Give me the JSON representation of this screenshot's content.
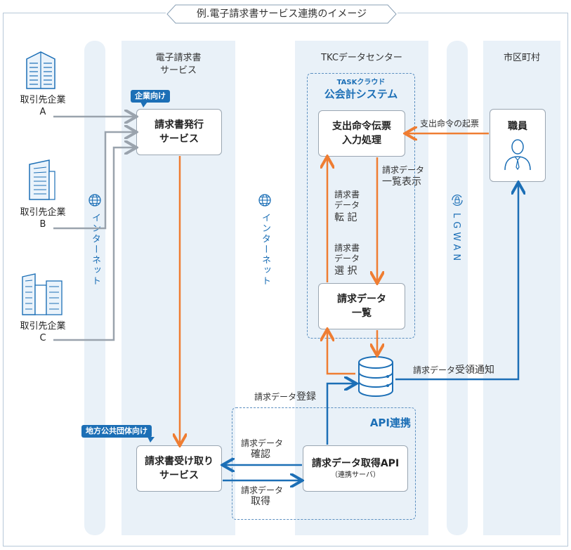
{
  "title": "例.電子請求書サービス連携のイメージ",
  "lanes": {
    "e_invoice": "電子請求書\nサービス",
    "tkc": "TKCデータセンター",
    "municipality": "市区町村"
  },
  "network_labels": {
    "internet_left": "インターネット",
    "internet_mid": "インターネット",
    "lgwan": "LGWAN"
  },
  "companies": [
    {
      "label": "取引先企業",
      "letter": "A"
    },
    {
      "label": "取引先企業",
      "letter": "B"
    },
    {
      "label": "取引先企業",
      "letter": "C"
    }
  ],
  "tags": {
    "for_companies": "企業向け",
    "for_local_gov": "地方公共団体向け"
  },
  "boxes": {
    "invoice_issue": "請求書発行\nサービス",
    "invoice_receive": "請求書受け取り\nサービス",
    "payment_order_input": "支出命令伝票\n入力処理",
    "invoice_data_list": "請求データ\n一覧",
    "invoice_api": "請求データ取得API",
    "invoice_api_sub": "（連携サーバ）",
    "staff": "職員"
  },
  "task_cloud": {
    "brand": "TASKクラウド",
    "system": "公会計システム"
  },
  "api_group_label": "API連携",
  "flow_labels": {
    "payment_order_start": "支出命令の起票",
    "list_display_small": "請求データ",
    "list_display_big": "一覧表示",
    "transfer_small": "請求書\nデータ",
    "transfer_big": "転 記",
    "select_small": "請求書\nデータ",
    "select_big": "選 択",
    "receipt_notice_small": "請求データ",
    "receipt_notice_big": "受領通知",
    "register_small": "請求データ",
    "register_big": "登録",
    "confirm_small": "請求データ",
    "confirm_big": "確認",
    "acquire_small": "請求データ",
    "acquire_big": "取得"
  },
  "colors": {
    "orange": "#ef7d32",
    "blue": "#1c6fb6",
    "gray": "#9aa3ad",
    "lane": "#e9f1f8"
  }
}
